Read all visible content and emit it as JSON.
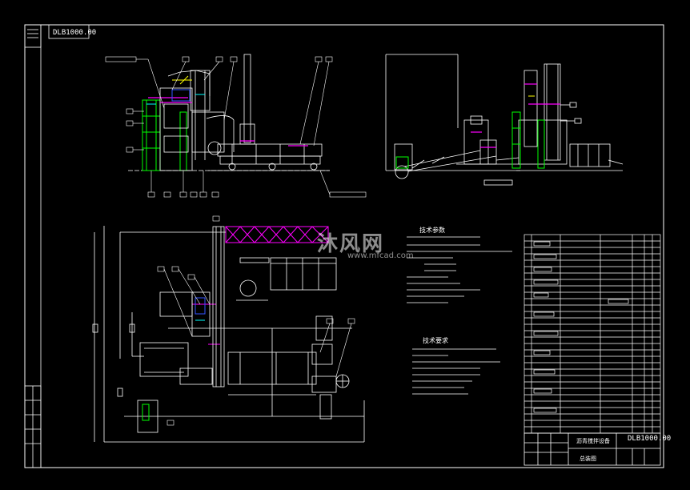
{
  "drawing": {
    "drawing_number_top": "DLB1000.00",
    "drawing_number_titleblock": "DLB1000.00",
    "watermark_brand": "沐风网",
    "watermark_url": "www.mfcad.com",
    "notes_title_1": "技术参数",
    "notes_title_2": "技术要求",
    "titleblock_name": "沥青搅拌设备",
    "titleblock_sub": "总装图"
  },
  "colors": {
    "background": "#000000",
    "line": "#ffffff",
    "green": "#00ff00",
    "magenta": "#ff00ff",
    "cyan": "#00ffff",
    "yellow": "#ffff00",
    "blue": "#3355ff"
  }
}
